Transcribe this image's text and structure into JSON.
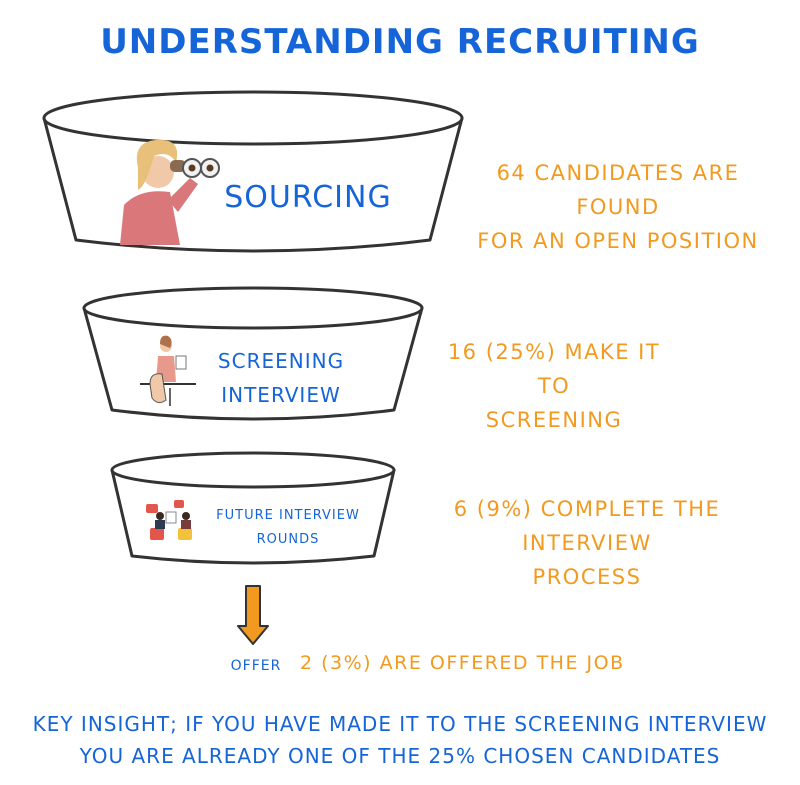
{
  "title": "Understanding Recruiting",
  "stages": [
    {
      "label": "Sourcing",
      "note_line1": "64 candidates are found",
      "note_line2": "for an open position"
    },
    {
      "label_line1": "Screening",
      "label_line2": "interview",
      "note_line1": "16 (25%) make it to",
      "note_line2": "screening"
    },
    {
      "label_line1": "Future interview",
      "label_line2": "rounds",
      "note_line1": "6 (9%) complete the interview",
      "note_line2": "process"
    }
  ],
  "offer": {
    "label": "Offer",
    "note": "2 (3%) are offered the job"
  },
  "insight": {
    "line1": "Key insight; if you have made it to the screening interview",
    "line2": "you are already one of the 25% chosen candidates"
  },
  "colors": {
    "blue": "#1565d8",
    "orange": "#f29a1f",
    "outline": "#333333"
  }
}
